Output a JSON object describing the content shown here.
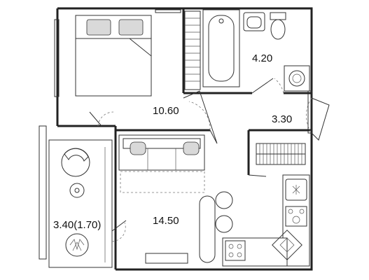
{
  "rooms": [
    {
      "id": "bedroom",
      "area": "10.60"
    },
    {
      "id": "bathroom",
      "area": "4.20"
    },
    {
      "id": "hall",
      "area": "3.30"
    },
    {
      "id": "living-kitchen",
      "area": "14.50"
    },
    {
      "id": "balcony",
      "area": "3.40(1.70)"
    }
  ]
}
